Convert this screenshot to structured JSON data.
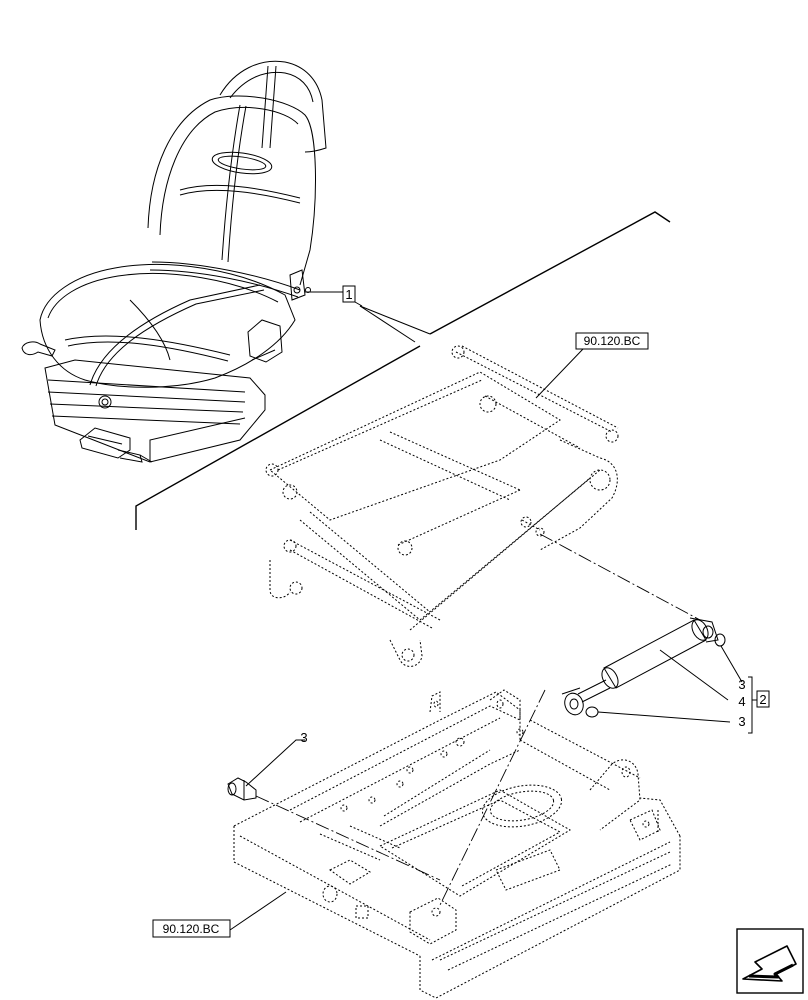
{
  "callouts": {
    "item_1": "1",
    "item_2": "2",
    "item_3_top": "3",
    "item_4": "4",
    "item_3_bottom": "3",
    "item_3_pin": "3"
  },
  "references": {
    "upper": "90.120.BC",
    "lower": "90.120.BC"
  },
  "icons": {
    "nav": "arrow-bottom-left-icon"
  }
}
